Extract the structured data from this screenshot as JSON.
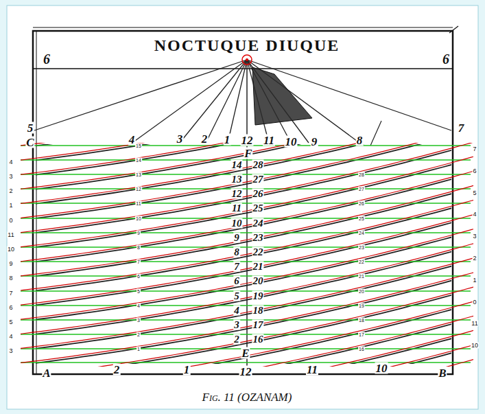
{
  "diagram": {
    "title": "NOCTUQUE DIUQUE",
    "caption": "Fig. 11 (OZANAM)",
    "labels": [
      "6",
      "6",
      "5",
      "C",
      "4",
      "3",
      "2",
      "1",
      "12",
      "11",
      "10",
      "9",
      "8",
      "7",
      "F",
      "A",
      "2",
      "1",
      "12",
      "11",
      "10",
      "B",
      "E",
      "4",
      "3",
      "2",
      "1",
      "0",
      "11",
      "10",
      "9",
      "8",
      "7",
      "6",
      "5",
      "4",
      "3",
      "7",
      "6",
      "5",
      "4",
      "3",
      "2",
      "1",
      "0",
      "11",
      "10",
      "15",
      "14",
      "13",
      "12",
      "11",
      "10",
      "9",
      "8",
      "7",
      "6",
      "5",
      "4",
      "3",
      "2",
      "1",
      "28",
      "27",
      "26",
      "25",
      "24",
      "23",
      "22",
      "21",
      "20",
      "19",
      "18",
      "17",
      "16",
      "14",
      "13",
      "12",
      "11",
      "10",
      "9",
      "8",
      "7",
      "6",
      "5",
      "4",
      "3",
      "2",
      "28",
      "27",
      "26",
      "25",
      "24",
      "23",
      "22",
      "21",
      "20",
      "19",
      "18",
      "17",
      "16"
    ]
  }
}
